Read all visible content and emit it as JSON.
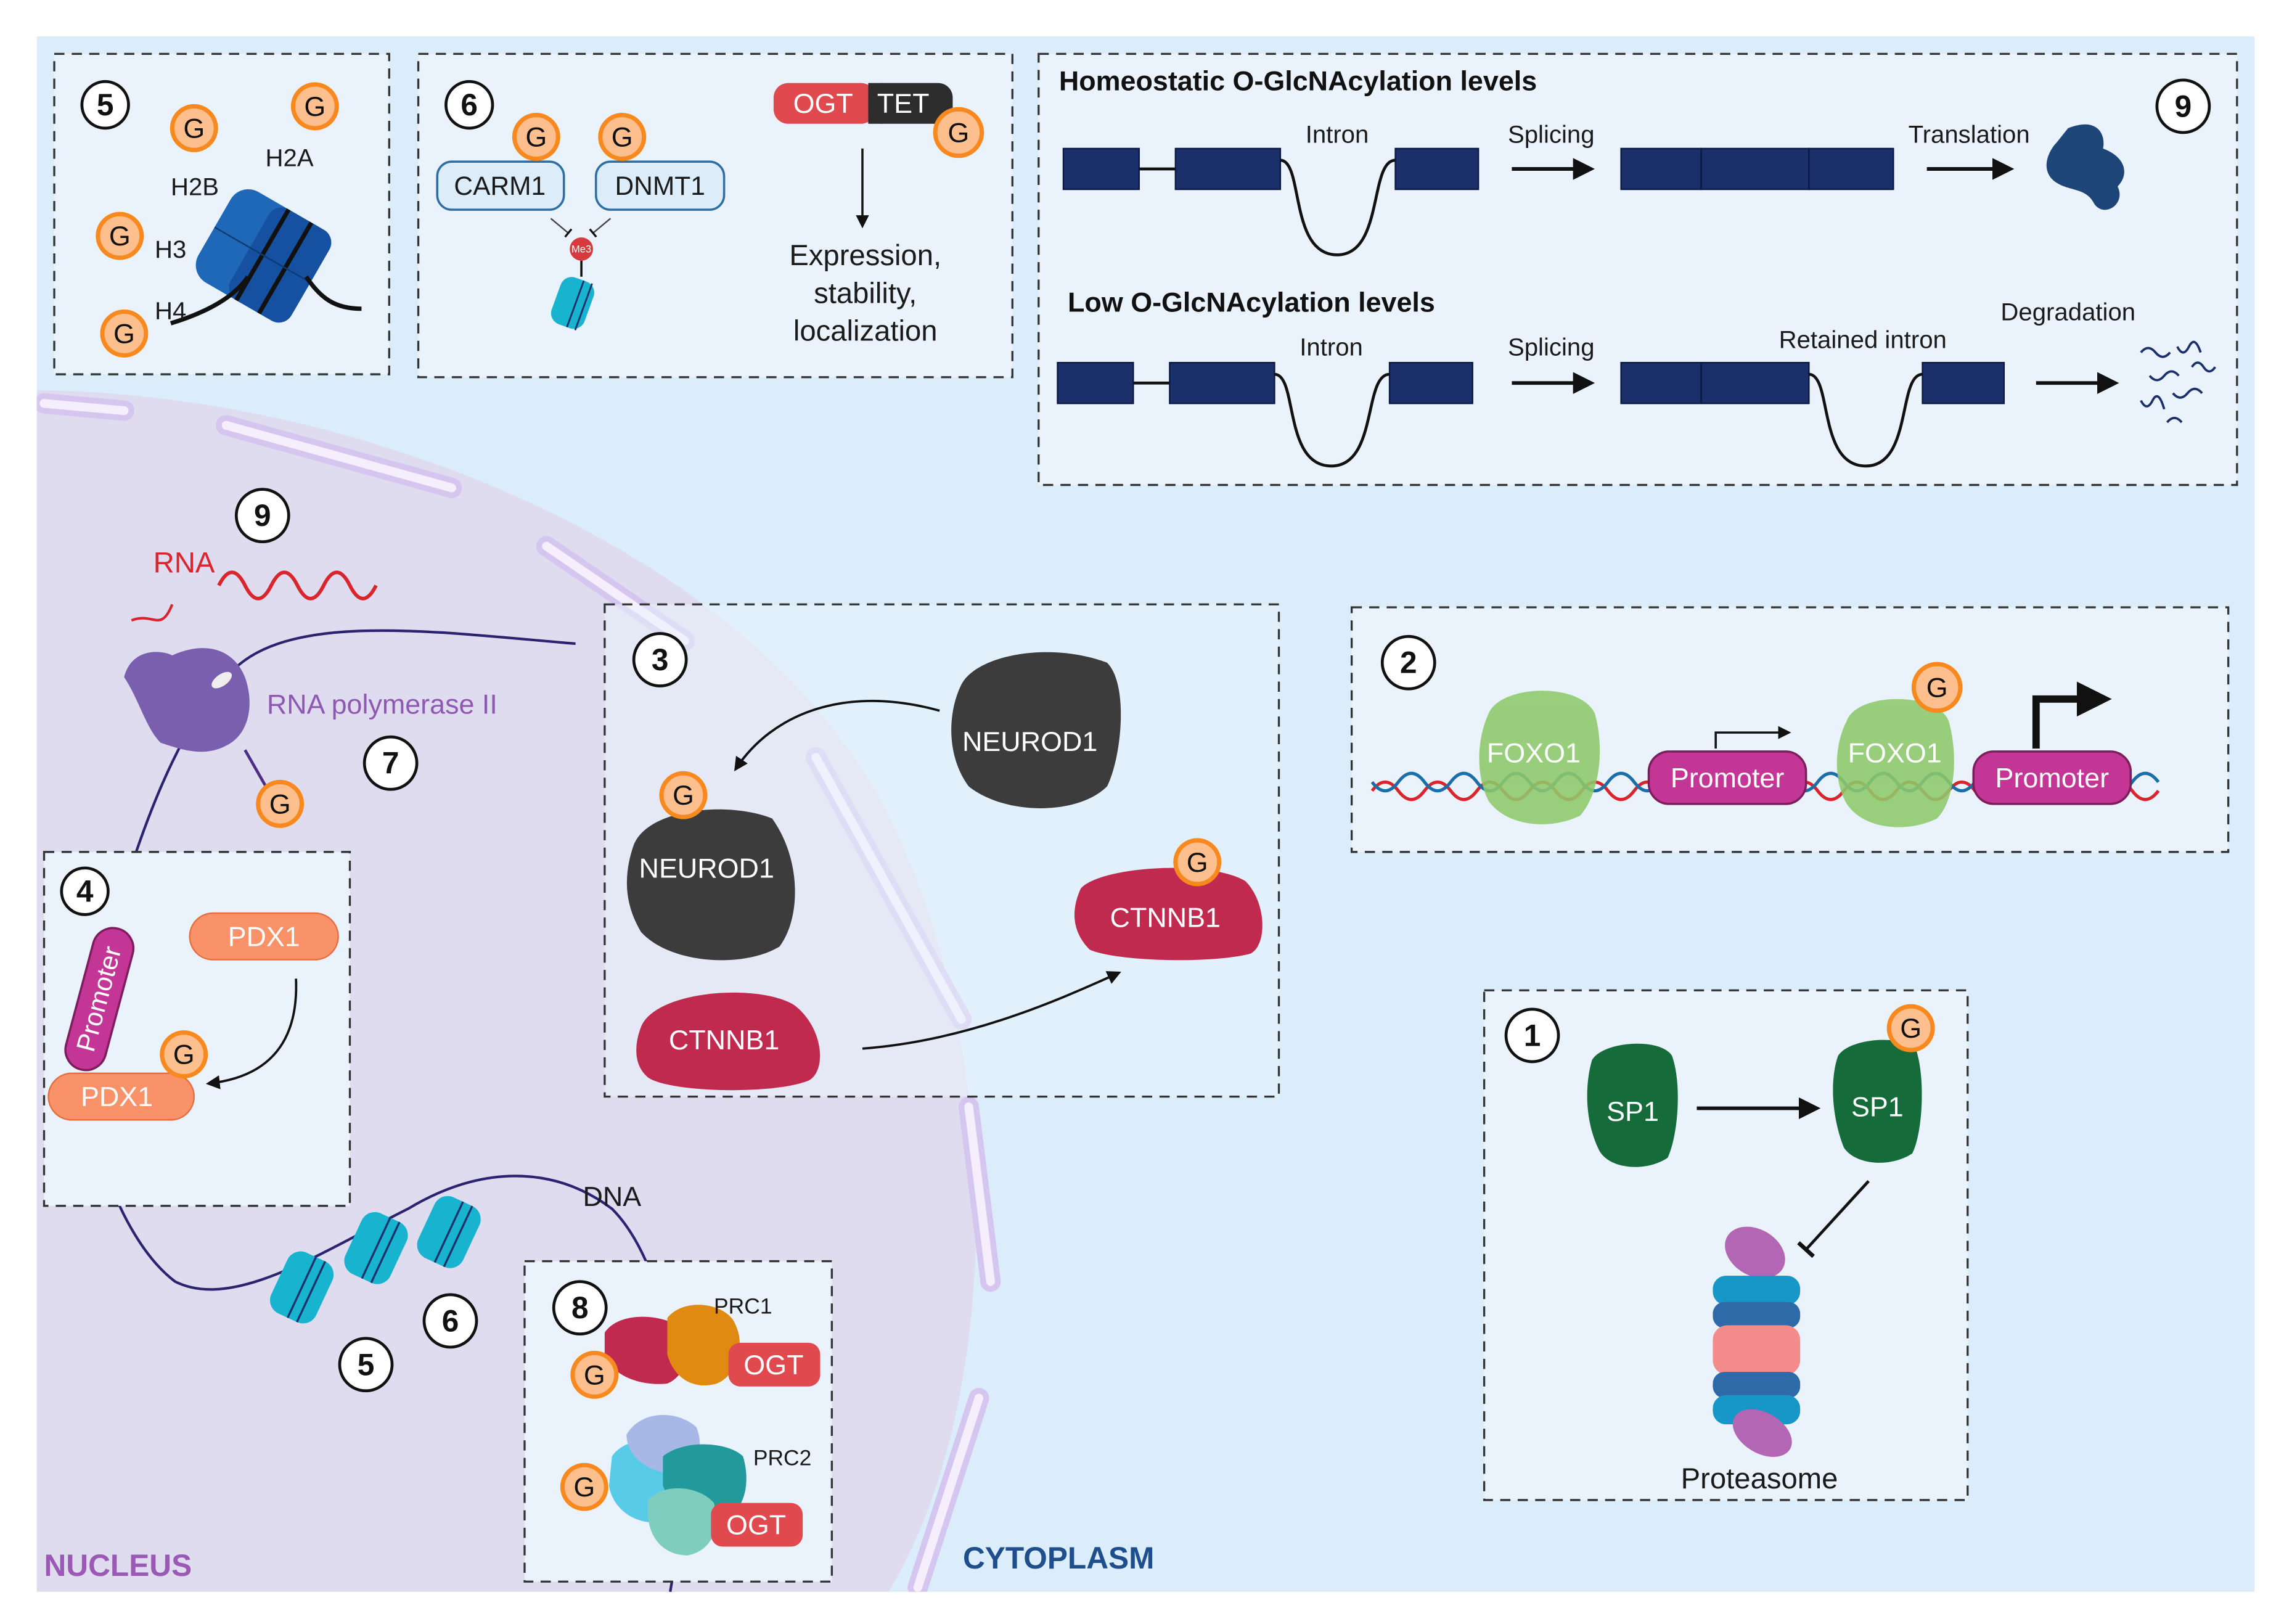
{
  "figure": {
    "region_labels": {
      "nucleus": "NUCLEUS",
      "cytoplasm": "CYTOPLASM"
    },
    "colors": {
      "cytoplasm_bg": "#dbecfa",
      "nucleus_bg": "#e0dcef",
      "panel_bg": "#eaf3fc",
      "envelope": "#d5c6ef",
      "glcnac_fill": "#fdbf8d",
      "glcnac_stroke": "#f7891f",
      "ogt_red": "#e04a4f",
      "promoter_magenta": "#c43695",
      "exon_navy": "#1b2f6b",
      "nucleus_label": "#9b59b6",
      "cytoplasm_label": "#1e4f8c"
    },
    "glcnac_label": "G"
  },
  "panels": {
    "p5": {
      "number": "5",
      "histones": [
        "H2B",
        "H2A",
        "H3",
        "H4"
      ]
    },
    "p6": {
      "number": "6",
      "enzymes": [
        "CARM1",
        "DNMT1"
      ],
      "mark": "Me3",
      "complex": [
        "OGT",
        "TET"
      ],
      "outcome": [
        "Expression,",
        "stability,",
        "localization"
      ]
    },
    "p9": {
      "number": "9",
      "homeostatic_title": "Homeostatic O-GlcNAcylation levels",
      "low_title": "Low O-GlcNAcylation levels",
      "intron": "Intron",
      "splicing": "Splicing",
      "translation": "Translation",
      "retained_intron": "Retained intron",
      "degradation": "Degradation"
    },
    "p3": {
      "number": "3",
      "proteins": [
        "NEUROD1",
        "NEUROD1",
        "CTNNB1",
        "CTNNB1"
      ]
    },
    "p2": {
      "number": "2",
      "factor": "FOXO1",
      "promoter": "Promoter"
    },
    "p1": {
      "number": "1",
      "protein": "SP1",
      "target": "Proteasome"
    },
    "p4": {
      "number": "4",
      "promoter": "Promoter",
      "protein": "PDX1"
    },
    "p8": {
      "number": "8",
      "complexes": [
        "PRC1",
        "PRC2"
      ],
      "enzyme": "OGT"
    }
  },
  "nucleus_items": {
    "rna_label": "RNA",
    "rna_number": "9",
    "polymerase_label": "RNA polymerase II",
    "polymerase_number": "7",
    "dna_label": "DNA",
    "nucleosome_numbers": [
      "5",
      "6"
    ]
  }
}
